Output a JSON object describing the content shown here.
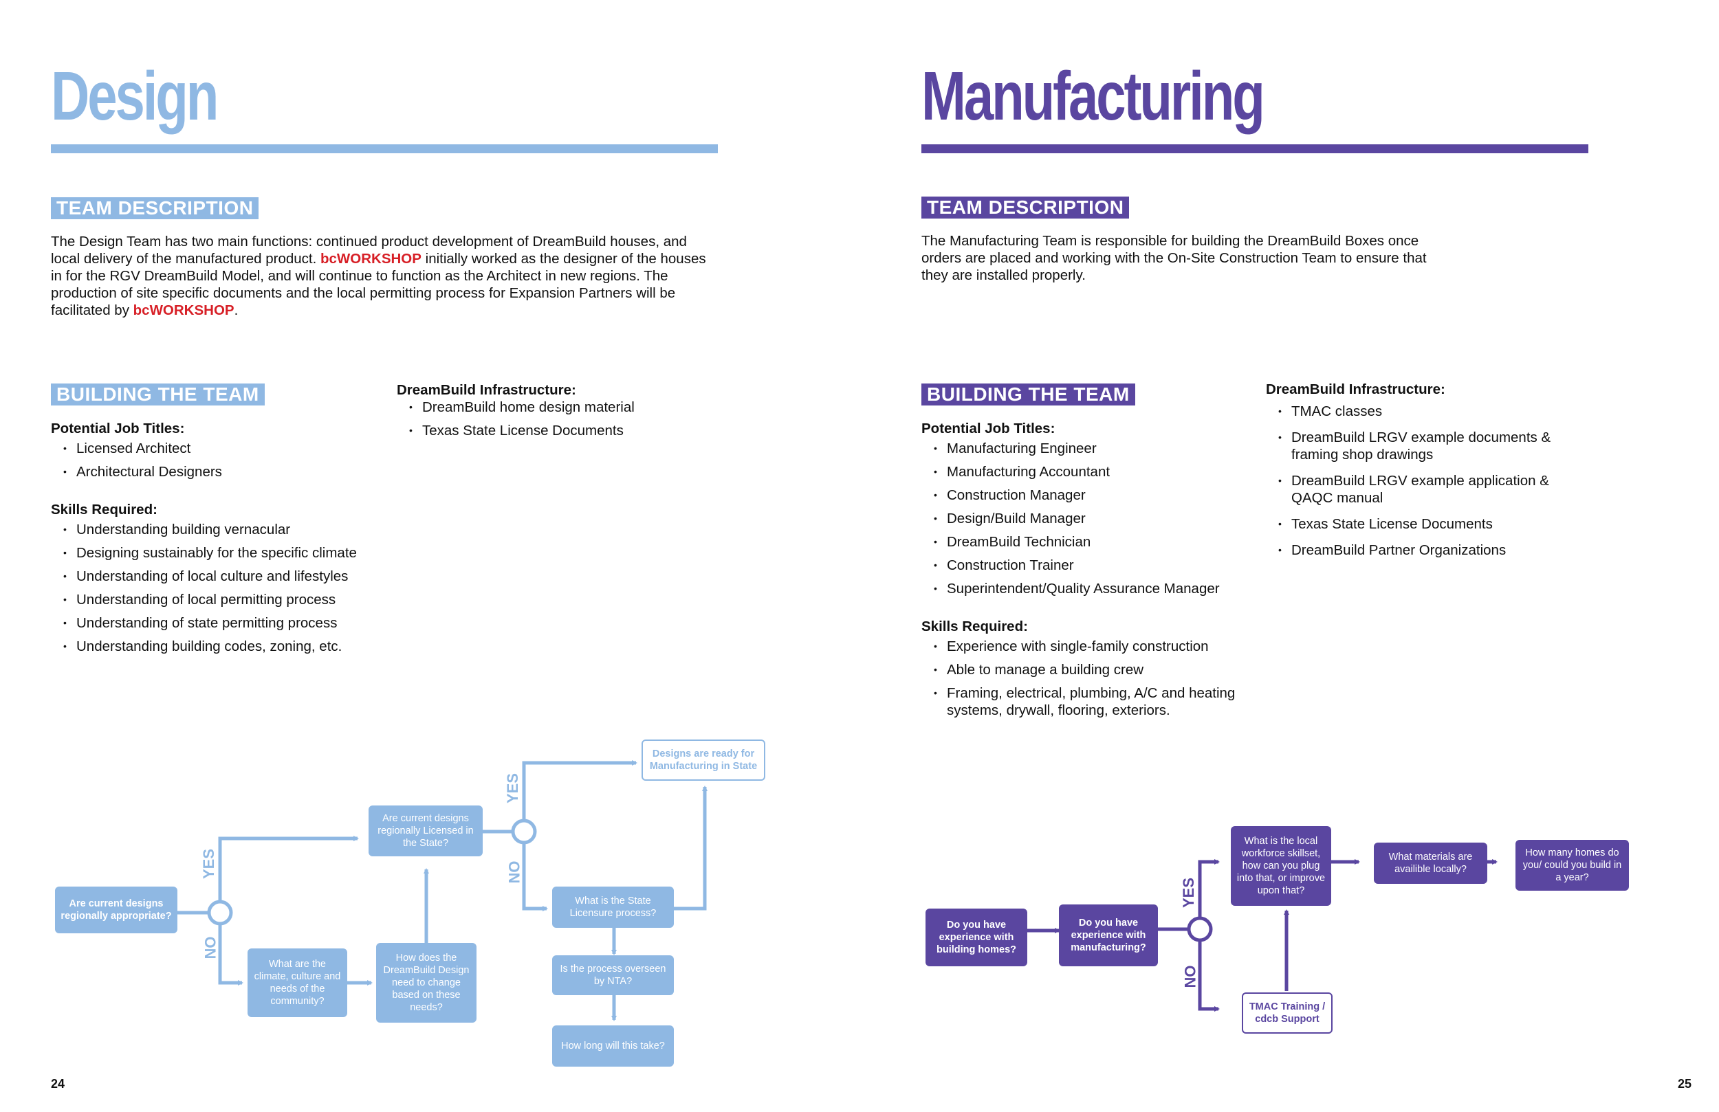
{
  "colors": {
    "design": "#8fb8e3",
    "manufacturing": "#5a46a0",
    "brand_red": "#d71f26"
  },
  "design": {
    "title": "Design",
    "team_description_label": "TEAM DESCRIPTION",
    "desc_part1": "The Design Team has two main functions: continued product development of DreamBuild houses, and local delivery of the manufactured product. ",
    "brand": "bcWORKSHOP",
    "desc_part2": " initially worked as the designer of the houses in for the RGV DreamBuild Model, and will continue to function as the Architect in new regions. The production of site specific documents and the local permitting process for Expansion Partners will be facilitated by ",
    "desc_part3": ".",
    "building_label": "BUILDING THE TEAM",
    "job_titles_label": "Potential Job Titles:",
    "job_titles": [
      "Licensed Architect",
      "Architectural Designers"
    ],
    "skills_label": "Skills Required:",
    "skills": [
      "Understanding building vernacular",
      "Designing sustainably for the specific climate",
      "Understanding of local culture and lifestyles",
      "Understanding of local permitting process",
      "Understanding of state permitting process",
      "Understanding building codes, zoning, etc."
    ],
    "infra_label": "DreamBuild Infrastructure:",
    "infra": [
      "DreamBuild home design material",
      "Texas State License Documents"
    ],
    "flow": {
      "start": "Are current designs regionally appropriate?",
      "licensed": "Are current designs regionally Licensed in the State?",
      "climate": "What are the climate, culture and needs of the community?",
      "change": "How does the DreamBuild Design need to change based on these needs?",
      "ready": "Designs are ready for Manufacturing in State",
      "process": "What is the  State Licensure process?",
      "nta": "Is the process overseen by NTA?",
      "howlong": "How long will this take?",
      "yes": "YES",
      "no": "NO"
    },
    "page_number": "24"
  },
  "manufacturing": {
    "title": "Manufacturing",
    "team_description_label": "TEAM DESCRIPTION",
    "desc": "The Manufacturing Team is responsible for building the DreamBuild Boxes once orders are placed and working with the On-Site Construction Team to ensure that they are installed properly.",
    "building_label": "BUILDING THE TEAM",
    "job_titles_label": "Potential Job Titles:",
    "job_titles": [
      "Manufacturing Engineer",
      "Manufacturing Accountant",
      "Construction Manager",
      "Design/Build Manager",
      "DreamBuild Technician",
      "Construction Trainer",
      "Superintendent/Quality Assurance Manager"
    ],
    "skills_label": "Skills Required:",
    "skills": [
      "Experience with single-family construction",
      "Able to manage a building crew",
      "Framing, electrical, plumbing, A/C and heating systems, drywall, flooring, exteriors."
    ],
    "infra_label": "DreamBuild Infrastructure:",
    "infra": [
      "TMAC classes",
      "DreamBuild LRGV example documents & framing shop drawings",
      "DreamBuild LRGV example application & QAQC manual",
      "Texas State License Documents",
      "DreamBuild Partner Organizations"
    ],
    "flow": {
      "homes": "Do you have experience with building homes?",
      "mfg": "Do you have experience with manufacturing?",
      "workforce": "What is the local workforce skillset, how can you plug into that, or improve upon that?",
      "materials": "What materials are availible locally?",
      "howmany": "How many homes do you/ could you build in a year?",
      "tmac": "TMAC Training / cdcb Support",
      "yes": "YES",
      "no": "NO"
    },
    "page_number": "25"
  }
}
